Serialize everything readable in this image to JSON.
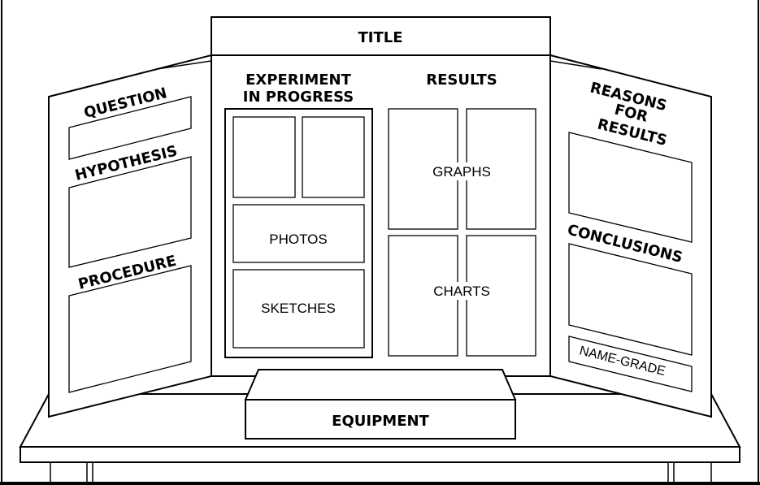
{
  "board": {
    "title": "TITLE",
    "left_panel": {
      "question": "QUESTION",
      "hypothesis": "HYPOTHESIS",
      "procedure": "PROCEDURE"
    },
    "center_panel": {
      "experiment_line1": "EXPERIMENT",
      "experiment_line2": "IN PROGRESS",
      "photos": "PHOTOS",
      "sketches": "SKETCHES",
      "results": "RESULTS",
      "graphs": "GRAPHS",
      "charts": "CHARTS"
    },
    "right_panel": {
      "reasons_line1": "REASONS",
      "reasons_line2": "FOR",
      "reasons_line3": "RESULTS",
      "conclusions": "CONCLUSIONS",
      "name_grade": "NAME-GRADE"
    },
    "equipment": "EQUIPMENT"
  },
  "colors": {
    "line": "#000000",
    "background": "#ffffff"
  }
}
